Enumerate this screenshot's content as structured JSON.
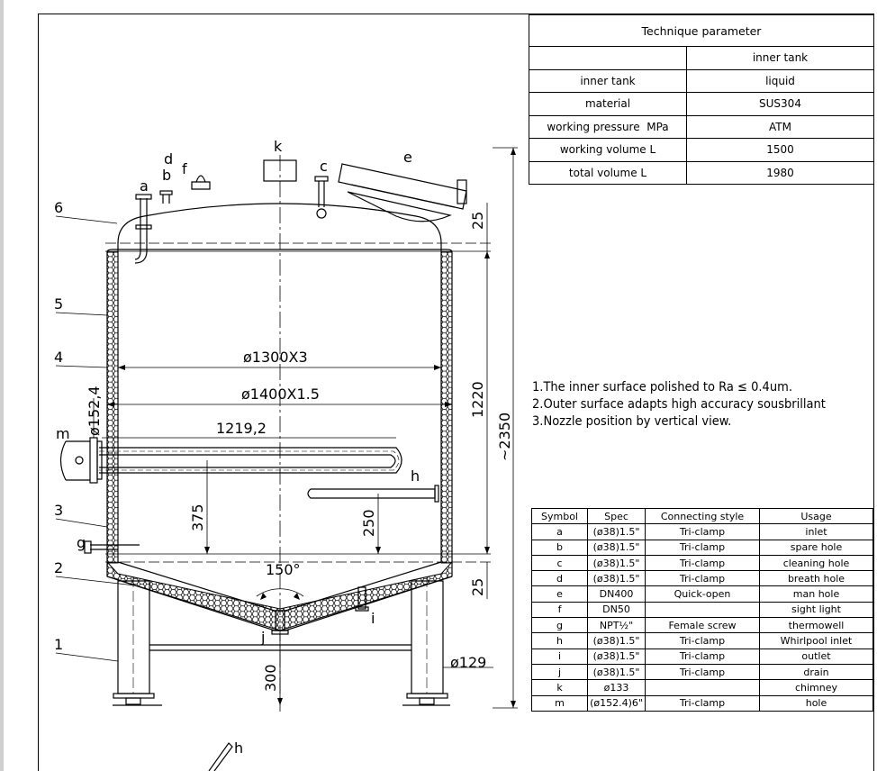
{
  "drawing": {
    "part_numbers": [
      "6",
      "5",
      "4",
      "3",
      "2",
      "1"
    ],
    "nozzle_labels": {
      "a": "a",
      "b": "b",
      "c": "c",
      "d": "d",
      "e": "e",
      "f": "f",
      "g": "g",
      "h": "h",
      "i": "i",
      "j": "j",
      "k": "k",
      "m": "m",
      "h2": "h"
    },
    "dimensions": {
      "inner_diameter": "ø1300X3",
      "outer_diameter": "ø1400X1.5",
      "coil_length": "1219,2",
      "flange_diameter": "ø152,4",
      "coil_height": "375",
      "whirlpool_height": "250",
      "shell_height": "1220",
      "total_height": "~2350",
      "top_gap": "25",
      "bottom_gap": "25",
      "leg_height": "300",
      "leg_diameter": "ø129",
      "cone_angle": "150°"
    }
  },
  "technique": {
    "title": "Technique parameter",
    "column_header": "inner tank",
    "rows": [
      {
        "label": "inner tank",
        "value": "liquid"
      },
      {
        "label": "material",
        "value": "SUS304"
      },
      {
        "label": "working pressure  MPa",
        "value": "ATM"
      },
      {
        "label": "working volume L",
        "value": "1500"
      },
      {
        "label": "total volume L",
        "value": "1980"
      }
    ]
  },
  "notes": [
    "1.The inner surface polished to Ra ≤ 0.4um.",
    "2.Outer surface adapts high accuracy sousbrillant",
    "3.Nozzle position by vertical view."
  ],
  "nozzle_table": {
    "headers": [
      "Symbol",
      "Spec",
      "Connecting style",
      "Usage"
    ],
    "rows": [
      [
        "a",
        "(ø38)1.5\"",
        "Tri-clamp",
        "inlet"
      ],
      [
        "b",
        "(ø38)1.5\"",
        "Tri-clamp",
        "spare hole"
      ],
      [
        "c",
        "(ø38)1.5\"",
        "Tri-clamp",
        "cleaning hole"
      ],
      [
        "d",
        "(ø38)1.5\"",
        "Tri-clamp",
        "breath hole"
      ],
      [
        "e",
        "DN400",
        "Quick-open",
        "man hole"
      ],
      [
        "f",
        "DN50",
        "",
        "sight light"
      ],
      [
        "g",
        "NPT½\"",
        "Female screw",
        "thermowell"
      ],
      [
        "h",
        "(ø38)1.5\"",
        "Tri-clamp",
        "Whirlpool inlet"
      ],
      [
        "i",
        "(ø38)1.5\"",
        "Tri-clamp",
        "outlet"
      ],
      [
        "j",
        "(ø38)1.5\"",
        "Tri-clamp",
        "drain"
      ],
      [
        "k",
        "ø133",
        "",
        "chimney"
      ],
      [
        "m",
        "(ø152.4)6\"",
        "Tri-clamp",
        "hole"
      ]
    ]
  }
}
